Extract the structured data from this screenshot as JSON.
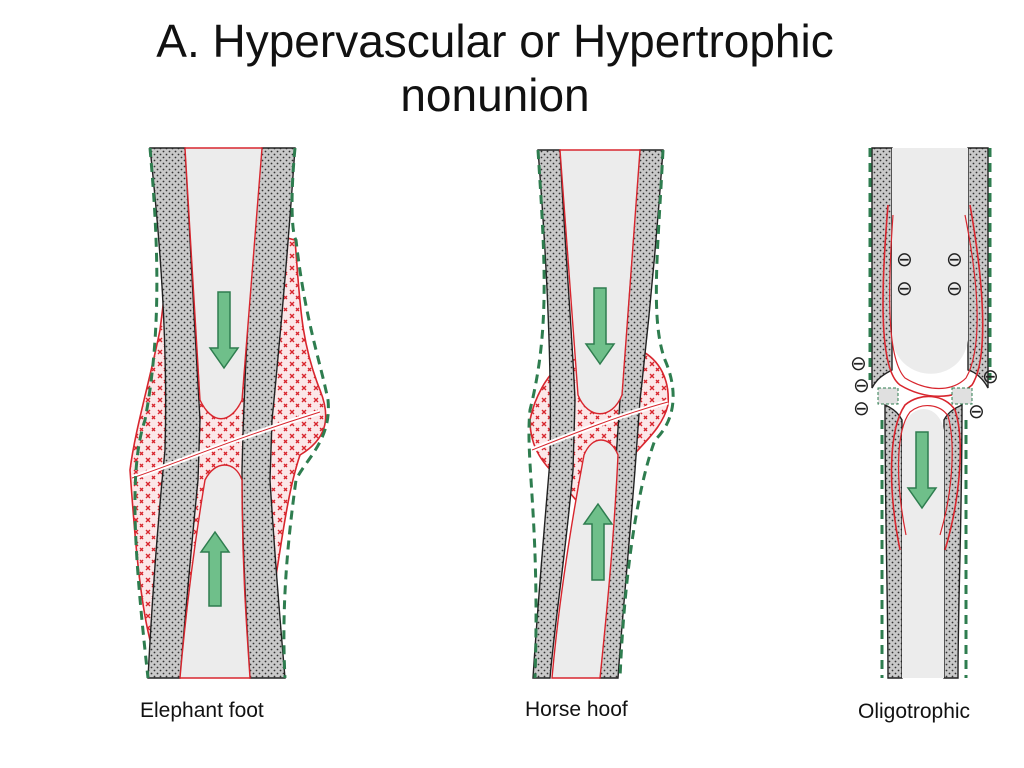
{
  "title": {
    "line1": "A. Hypervascular or Hypertrophic",
    "line2": "nonunion"
  },
  "panels": [
    {
      "id": "elephant",
      "caption": "Elephant foot"
    },
    {
      "id": "horse",
      "caption": "Horse hoof"
    },
    {
      "id": "oligo",
      "caption": "Oligotrophic"
    }
  ],
  "symbols": {
    "inhibition": "⊖"
  },
  "colors": {
    "cortex_fill": "#c8c8c8",
    "marrow_fill": "#ececec",
    "callus_outline": "#d8262e",
    "callus_fill": "#fbe7e8",
    "callus_mark": "#d8262e",
    "periosteum": "#2e7d4f",
    "arrow_fill": "#6fbf8a",
    "arrow_stroke": "#2e7d4f",
    "outline": "#222222"
  }
}
